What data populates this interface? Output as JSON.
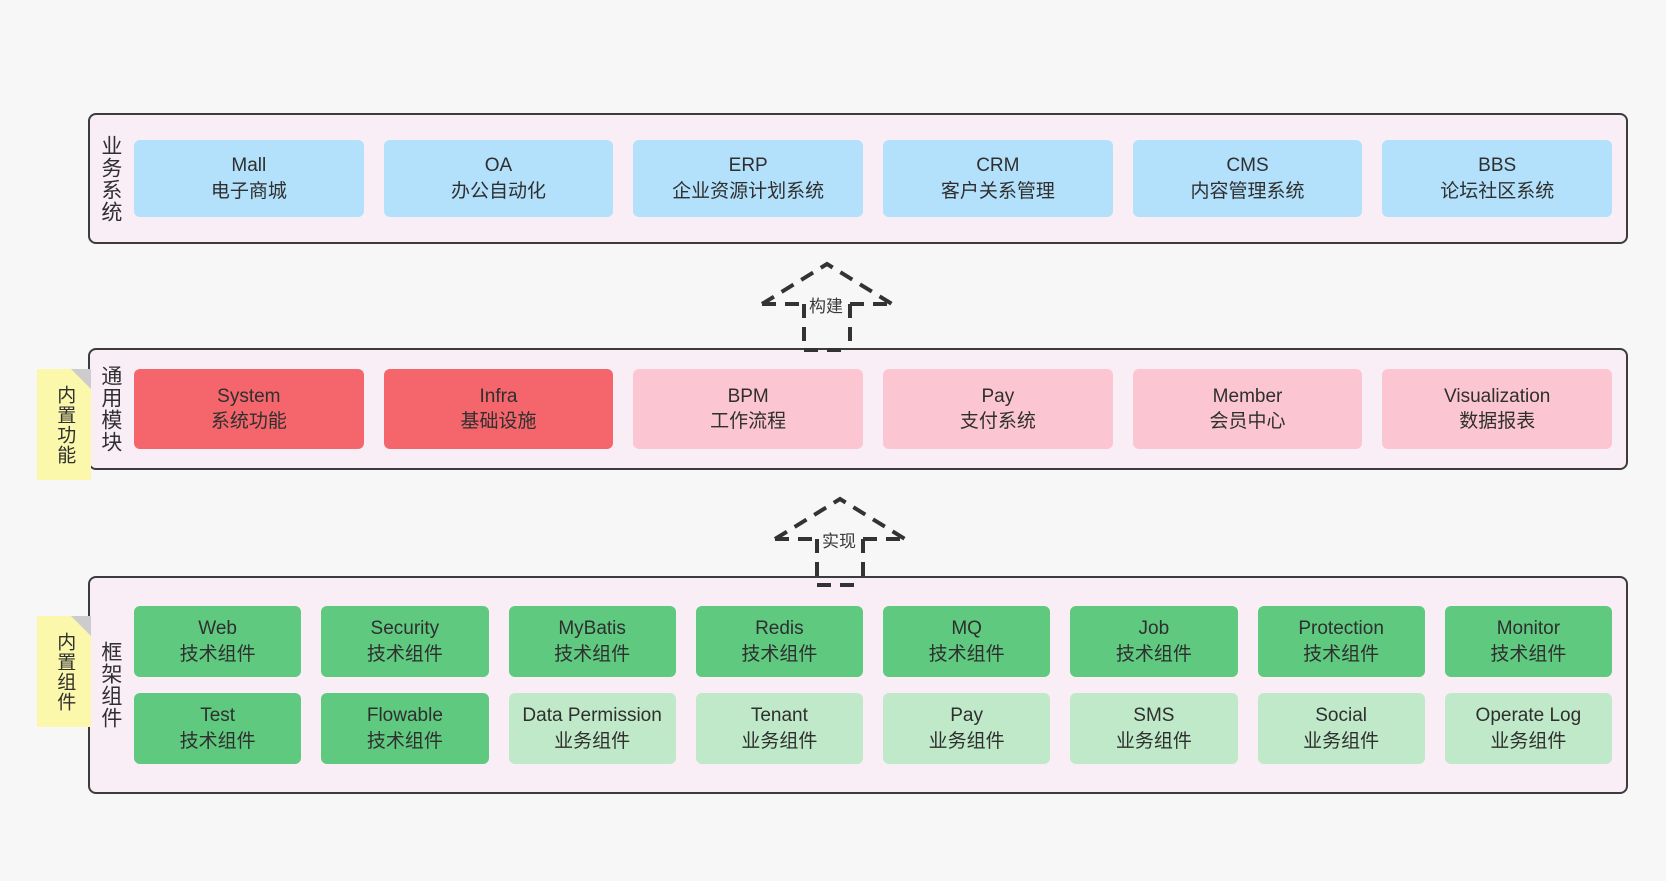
{
  "diagram": {
    "background": "#f7f7f7",
    "layer_fill": "#faeef6",
    "layer_border": "#3c3c3c",
    "note_fill": "#fbf8ac",
    "colors": {
      "business": "#b3e0fb",
      "module_primary": "#f4666c",
      "module_secondary": "#fbc6d1",
      "tech_component": "#5ec97f",
      "biz_component": "#bfe9c8"
    }
  },
  "layers": {
    "business": {
      "title": "业务系统",
      "cards": [
        {
          "name": "Mall",
          "desc": "电子商城"
        },
        {
          "name": "OA",
          "desc": "办公自动化"
        },
        {
          "name": "ERP",
          "desc": "企业资源计划系统"
        },
        {
          "name": "CRM",
          "desc": "客户关系管理"
        },
        {
          "name": "CMS",
          "desc": "内容管理系统"
        },
        {
          "name": "BBS",
          "desc": "论坛社区系统"
        }
      ]
    },
    "module": {
      "title": "通用模块",
      "note": "内置功能",
      "cards": [
        {
          "name": "System",
          "desc": "系统功能",
          "style": "primary"
        },
        {
          "name": "Infra",
          "desc": "基础设施",
          "style": "primary"
        },
        {
          "name": "BPM",
          "desc": "工作流程",
          "style": "secondary"
        },
        {
          "name": "Pay",
          "desc": "支付系统",
          "style": "secondary"
        },
        {
          "name": "Member",
          "desc": "会员中心",
          "style": "secondary"
        },
        {
          "name": "Visualization",
          "desc": "数据报表",
          "style": "secondary"
        }
      ]
    },
    "framework": {
      "title": "框架组件",
      "note": "内置组件",
      "row1": [
        {
          "name": "Web",
          "desc": "技术组件"
        },
        {
          "name": "Security",
          "desc": "技术组件"
        },
        {
          "name": "MyBatis",
          "desc": "技术组件"
        },
        {
          "name": "Redis",
          "desc": "技术组件"
        },
        {
          "name": "MQ",
          "desc": "技术组件"
        },
        {
          "name": "Job",
          "desc": "技术组件"
        },
        {
          "name": "Protection",
          "desc": "技术组件"
        },
        {
          "name": "Monitor",
          "desc": "技术组件"
        }
      ],
      "row2": [
        {
          "name": "Test",
          "desc": "技术组件",
          "style": "tech"
        },
        {
          "name": "Flowable",
          "desc": "技术组件",
          "style": "tech"
        },
        {
          "name": "Data Permission",
          "desc": "业务组件",
          "style": "biz"
        },
        {
          "name": "Tenant",
          "desc": "业务组件",
          "style": "biz"
        },
        {
          "name": "Pay",
          "desc": "业务组件",
          "style": "biz"
        },
        {
          "name": "SMS",
          "desc": "业务组件",
          "style": "biz"
        },
        {
          "name": "Social",
          "desc": "业务组件",
          "style": "biz"
        },
        {
          "name": "Operate Log",
          "desc": "业务组件",
          "style": "biz"
        }
      ]
    }
  },
  "connectors": [
    {
      "label": "构建",
      "from": "module",
      "to": "business"
    },
    {
      "label": "实现",
      "from": "framework",
      "to": "module"
    }
  ]
}
